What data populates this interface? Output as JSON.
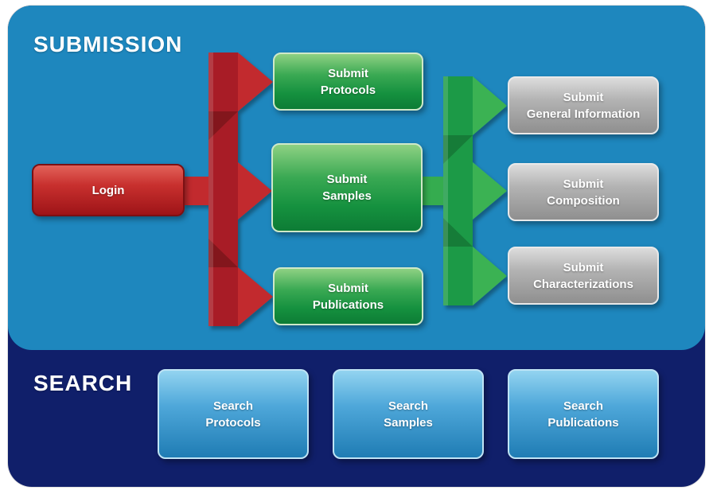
{
  "submission": {
    "title": "SUBMISSION",
    "login_label": "Login",
    "submit_buttons": [
      {
        "label": "Submit\nProtocols"
      },
      {
        "label": "Submit\nSamples"
      },
      {
        "label": "Submit\nPublications"
      }
    ],
    "detail_buttons": [
      {
        "label": "Submit\nGeneral Information"
      },
      {
        "label": "Submit\nComposition"
      },
      {
        "label": "Submit\nCharacterizations"
      }
    ]
  },
  "search": {
    "title": "SEARCH",
    "buttons": [
      {
        "label": "Search\nProtocols"
      },
      {
        "label": "Search\nSamples"
      },
      {
        "label": "Search\nPublications"
      }
    ]
  },
  "colors": {
    "panel_blue": "#1e87be",
    "panel_navy": "#101f6a",
    "login_red": "#c1272d",
    "submit_green": "#1fa03c",
    "detail_gray": "#9b9b9b",
    "search_blue": "#4fa8da",
    "arrow_red": "#b1232a",
    "arrow_green": "#1f9e46"
  }
}
